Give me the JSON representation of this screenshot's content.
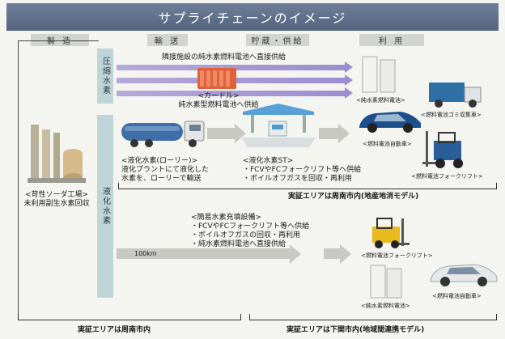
{
  "title": "サプライチェーンのイメージ",
  "columns": {
    "manufacturing": "製 造",
    "transport": "輸 送",
    "storage": "貯蔵・供給",
    "usage": "利 用"
  },
  "vertical_labels": {
    "compressed": "圧縮水素",
    "liquefied": "液化水素"
  },
  "pipeline_text": "隣接施設の純水素燃料電池へ直接供給",
  "curdle": {
    "line1": "<カードル>",
    "line2": "純水素型燃料電池へ供給"
  },
  "source": {
    "line1": "<苛性ソーダ工場>",
    "line2": "未利用副生水素回収"
  },
  "lorry": {
    "line1": "<液化水素(ローリー)>",
    "line2": "液化プラントにて液化した",
    "line3": "水素を、ローリーで輸送"
  },
  "station": {
    "line1": "<液化水素ST>",
    "line2": "・FCVやFCフォークリフト等へ供給",
    "line3": "・ボイルオフガスを回収・再利用"
  },
  "usage_upper": {
    "fuel_cell": "<純水素燃料電池>",
    "garbage_truck": "<燃料電池ゴミ収集車>",
    "fcv": "<燃料電池自動車>",
    "forklift": "<燃料電池フォークリフト>"
  },
  "region_upper": "実証エリアは周南市内(地産地消モデル)",
  "distance": "100km",
  "simple_station": {
    "line1": "<簡易水素充填設備>",
    "line2": "・FCVやFCフォークリフト等へ供給",
    "line3": "・ボイルオフガスの回収・再利用",
    "line4": "・純水素燃料電池へ直接供給"
  },
  "usage_lower": {
    "forklift": "<燃料電池フォークリフト>",
    "fuel_cell": "<純水素燃料電池>",
    "fcv": "<燃料電池自動車>"
  },
  "region_bottom_left": "実証エリアは周南市内",
  "region_bottom_right": "実証エリアは下関市内(地域間連携モデル)"
}
